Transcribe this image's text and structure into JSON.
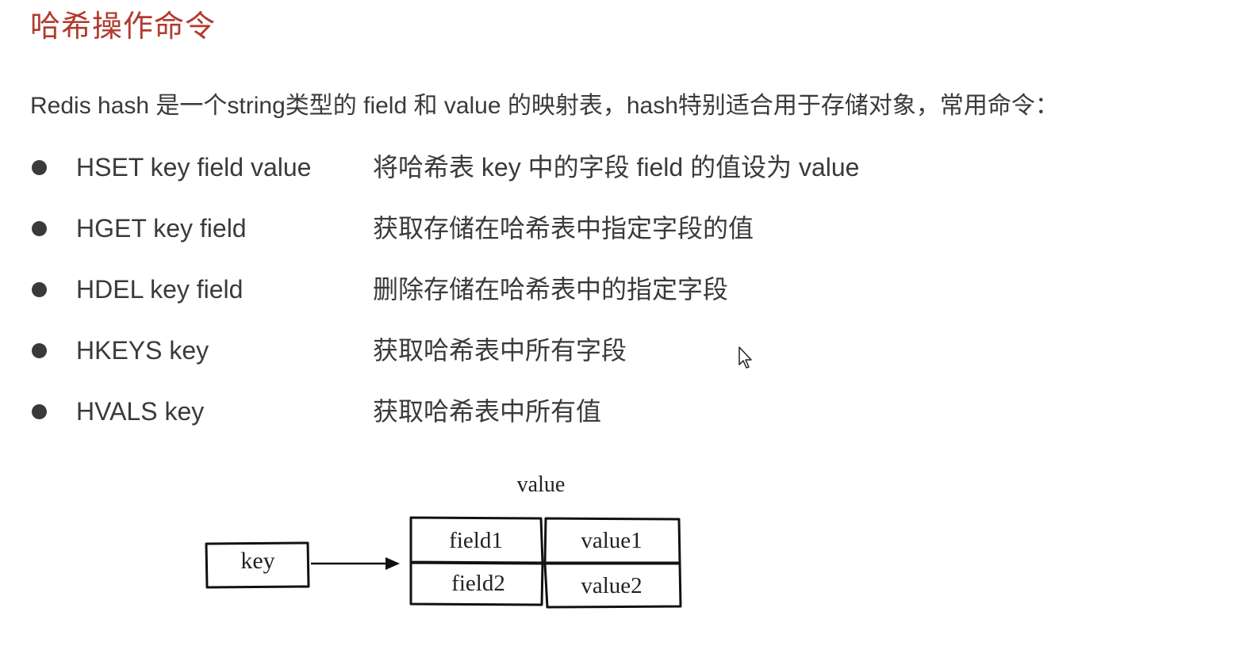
{
  "title": "哈希操作命令",
  "intro": "Redis hash 是一个string类型的 field 和 value 的映射表，hash特别适合用于存储对象，常用命令：",
  "commands": [
    {
      "cmd": "HSET key field value",
      "desc": "将哈希表 key 中的字段 field 的值设为 value"
    },
    {
      "cmd": "HGET key field",
      "desc": "获取存储在哈希表中指定字段的值"
    },
    {
      "cmd": "HDEL key field",
      "desc": "删除存储在哈希表中的指定字段"
    },
    {
      "cmd": "HKEYS key",
      "desc": "获取哈希表中所有字段"
    },
    {
      "cmd": "HVALS key",
      "desc": "获取哈希表中所有值"
    }
  ],
  "diagram": {
    "key_label": "key",
    "value_label": "value",
    "rows": [
      {
        "field": "field1",
        "value": "value1"
      },
      {
        "field": "field2",
        "value": "value2"
      }
    ]
  },
  "colors": {
    "title": "#b23a2e",
    "text": "#3a3a3a"
  }
}
